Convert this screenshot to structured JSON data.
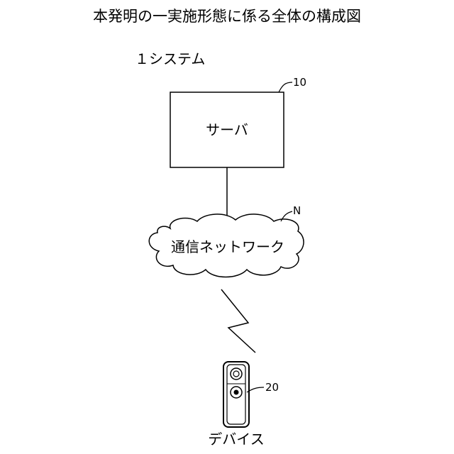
{
  "figure": {
    "title": "本発明の一実施形態に係る全体の構成図",
    "system_label": "１システム",
    "server": {
      "label": "サーバ",
      "ref": "10"
    },
    "network": {
      "label": "通信ネットワーク",
      "ref": "N"
    },
    "device": {
      "label": "デバイス",
      "ref": "20"
    }
  }
}
